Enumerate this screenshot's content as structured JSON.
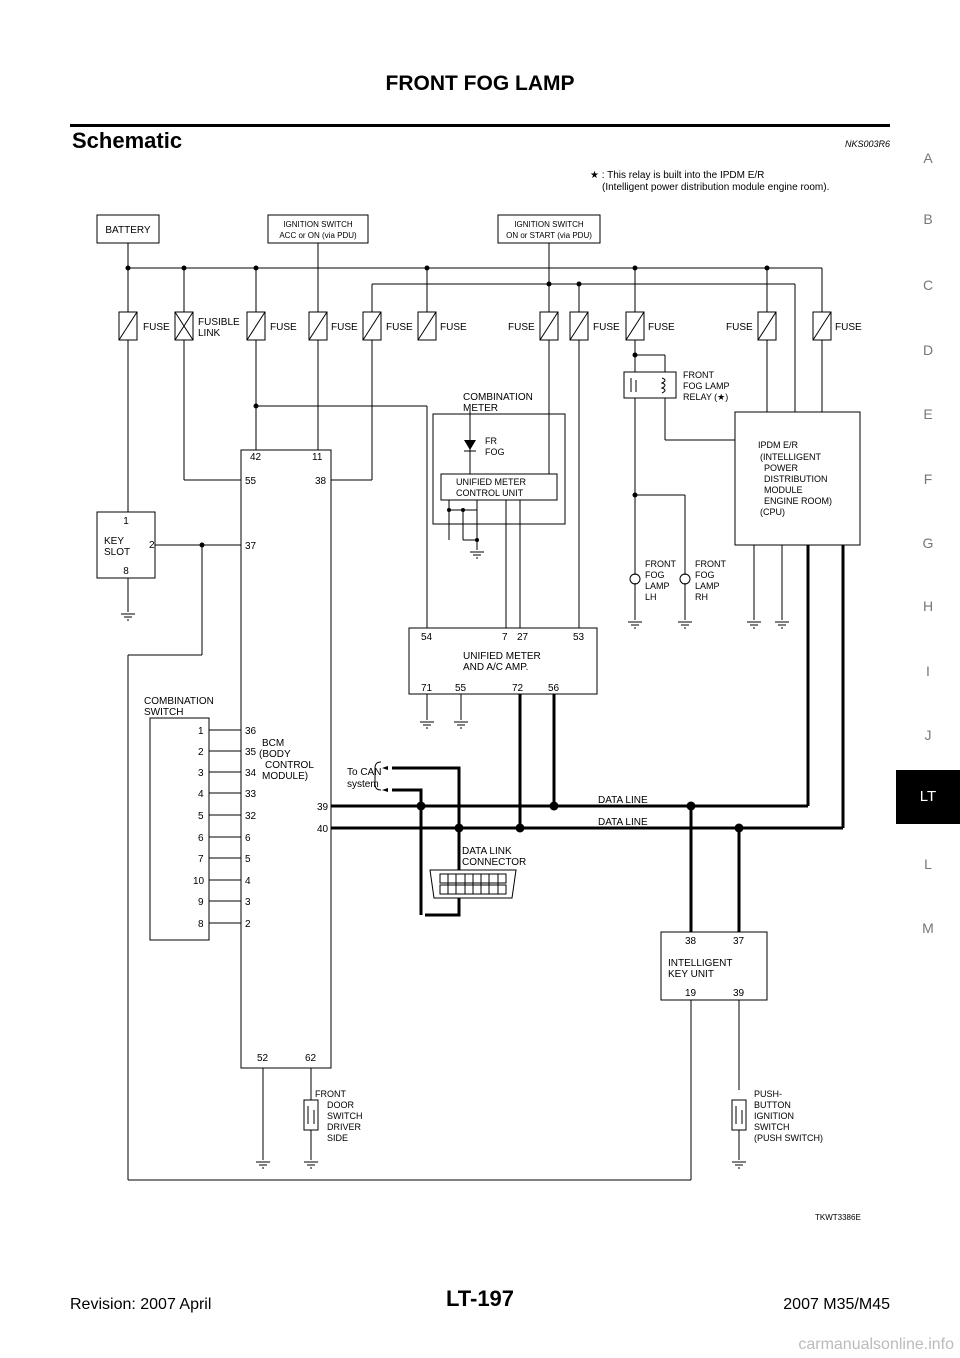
{
  "header": {
    "title": "FRONT FOG LAMP"
  },
  "section": {
    "title": "Schematic",
    "code": "NKS003R6"
  },
  "side_index": {
    "letters": [
      "A",
      "B",
      "C",
      "D",
      "E",
      "F",
      "G",
      "H",
      "I",
      "J",
      "L",
      "M"
    ],
    "active": "LT"
  },
  "notes": {
    "relay_note_line1": "★ : This relay is built into the IPDM E/R",
    "relay_note_line2": "(Intelligent power distribution module engine room)."
  },
  "diagram": {
    "battery": "BATTERY",
    "ign_acc_line1": "IGNITION SWITCH",
    "ign_acc_line2": "ACC or ON (via PDU)",
    "ign_on_line1": "IGNITION SWITCH",
    "ign_on_line2": "ON or START (via PDU)",
    "fuse": "FUSE",
    "fusible_link_line1": "FUSIBLE",
    "fusible_link_line2": "LINK",
    "comb_meter_line1": "COMBINATION",
    "comb_meter_line2": "METER",
    "fr_fog_line1": "FR",
    "fr_fog_line2": "FOG",
    "umcu_line1": "UNIFIED METER",
    "umcu_line2": "CONTROL UNIT",
    "relay_line1": "FRONT",
    "relay_line2": "FOG LAMP",
    "relay_line3": "RELAY (★)",
    "ipdm_line1": "IPDM E/R",
    "ipdm_line2": "(INTELLIGENT",
    "ipdm_line3": "POWER",
    "ipdm_line4": "DISTRIBUTION",
    "ipdm_line5": "MODULE",
    "ipdm_line6": "ENGINE ROOM)",
    "ipdm_line7": "(CPU)",
    "fog_lh_line1": "FRONT",
    "fog_lh_line2": "FOG",
    "fog_lh_line3": "LAMP",
    "fog_lh_line4": "LH",
    "fog_rh_line1": "FRONT",
    "fog_rh_line2": "FOG",
    "fog_rh_line3": "LAMP",
    "fog_rh_line4": "RH",
    "key_slot_line1": "KEY",
    "key_slot_line2": "SLOT",
    "umac_line1": "UNIFIED METER",
    "umac_line2": "AND A/C AMP.",
    "comb_switch_line1": "COMBINATION",
    "comb_switch_line2": "SWITCH",
    "bcm_line1": "BCM",
    "bcm_line2": "(BODY",
    "bcm_line3": "CONTROL",
    "bcm_line4": "MODULE)",
    "to_can_line1": "To CAN",
    "to_can_line2": "system",
    "data_line": "DATA LINE",
    "dlc_line1": "DATA LINK",
    "dlc_line2": "CONNECTOR",
    "iku_line1": "INTELLIGENT",
    "iku_line2": "KEY UNIT",
    "door_sw_line1": "FRONT",
    "door_sw_line2": "DOOR",
    "door_sw_line3": "SWITCH",
    "door_sw_line4": "DRIVER",
    "door_sw_line5": "SIDE",
    "push_sw_line1": "PUSH-",
    "push_sw_line2": "BUTTON",
    "push_sw_line3": "IGNITION",
    "push_sw_line4": "SWITCH",
    "push_sw_line5": "(PUSH SWITCH)",
    "fig_code": "TKWT3386E",
    "pins": {
      "bcm_42": "42",
      "bcm_11": "11",
      "bcm_55": "55",
      "bcm_38": "38",
      "bcm_37": "37",
      "bcm_36": "36",
      "bcm_35": "35",
      "bcm_34": "34",
      "bcm_33": "33",
      "bcm_32": "32",
      "bcm_6": "6",
      "bcm_5": "5",
      "bcm_4": "4",
      "bcm_3": "3",
      "bcm_2": "2",
      "bcm_39": "39",
      "bcm_40": "40",
      "bcm_52": "52",
      "bcm_62": "62",
      "ks_1": "1",
      "ks_2": "2",
      "ks_8": "8",
      "cs_1": "1",
      "cs_2": "2",
      "cs_3": "3",
      "cs_4": "4",
      "cs_5": "5",
      "cs_6": "6",
      "cs_7": "7",
      "cs_10": "10",
      "cs_9": "9",
      "cs_8": "8",
      "um_54": "54",
      "um_7": "7",
      "um_27": "27",
      "um_53": "53",
      "um_71": "71",
      "um_55": "55",
      "um_72": "72",
      "um_56": "56",
      "iku_38": "38",
      "iku_37": "37",
      "iku_19": "19",
      "iku_39": "39"
    }
  },
  "footer": {
    "revision": "Revision: 2007 April",
    "page": "LT-197",
    "model": "2007 M35/M45",
    "watermark": "carmanualsonline.info"
  }
}
